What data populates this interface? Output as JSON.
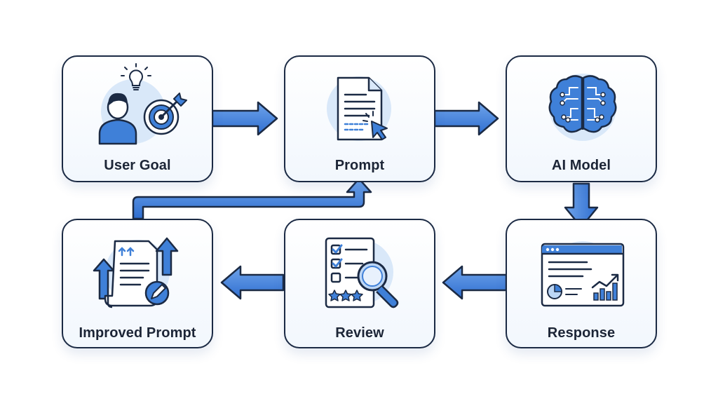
{
  "diagram": {
    "nodes": [
      {
        "id": "user-goal",
        "label": "User Goal",
        "icon": "user-with-target-and-lightbulb-icon"
      },
      {
        "id": "prompt",
        "label": "Prompt",
        "icon": "document-with-cursor-icon"
      },
      {
        "id": "ai-model",
        "label": "AI Model",
        "icon": "circuit-brain-icon"
      },
      {
        "id": "response",
        "label": "Response",
        "icon": "browser-window-with-charts-icon"
      },
      {
        "id": "review",
        "label": "Review",
        "icon": "checklist-with-magnifier-icon"
      },
      {
        "id": "improved-prompt",
        "label": "Improved Prompt",
        "icon": "document-with-up-arrows-and-pencil-icon"
      }
    ],
    "edges": [
      {
        "from": "user-goal",
        "to": "prompt"
      },
      {
        "from": "prompt",
        "to": "ai-model"
      },
      {
        "from": "ai-model",
        "to": "response"
      },
      {
        "from": "response",
        "to": "review"
      },
      {
        "from": "review",
        "to": "improved-prompt"
      },
      {
        "from": "improved-prompt",
        "to": "prompt"
      }
    ],
    "colors": {
      "outline": "#1b2a44",
      "accent": "#3f80d8",
      "accent_light": "#d9e8f9",
      "label": "#1c2536"
    }
  }
}
